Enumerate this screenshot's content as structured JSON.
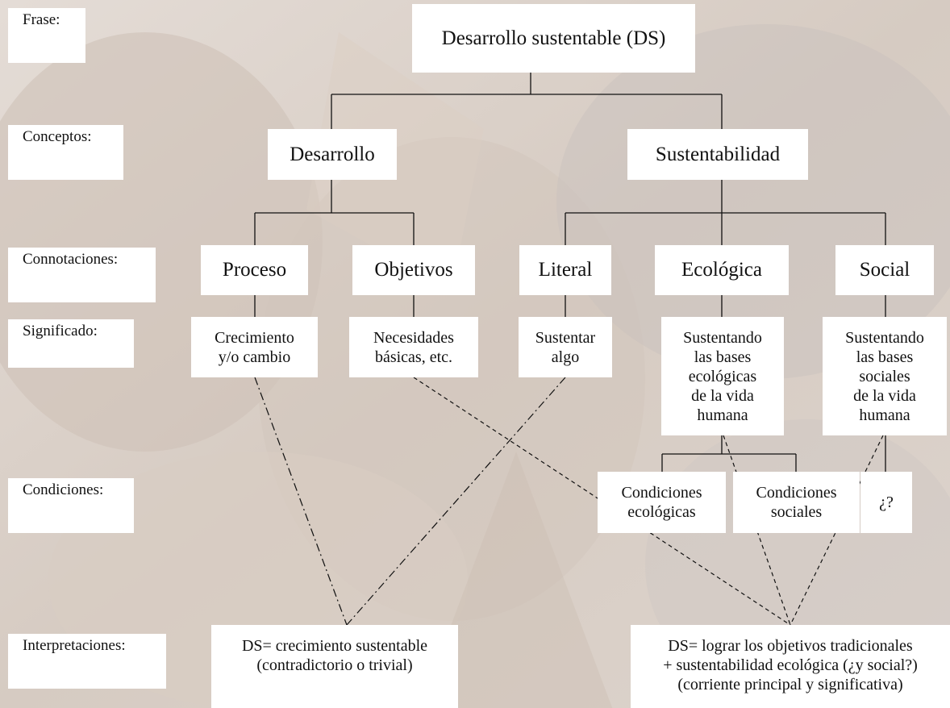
{
  "row_labels": {
    "frase": "Frase:",
    "conceptos": "Conceptos:",
    "connotaciones": "Connotaciones:",
    "significado": "Significado:",
    "condiciones": "Condiciones:",
    "interpretaciones": "Interpretaciones:"
  },
  "root": "Desarrollo sustentable (DS)",
  "concepts": {
    "desarrollo": "Desarrollo",
    "sustentabilidad": "Sustentabilidad"
  },
  "connotations": {
    "proceso": "Proceso",
    "objetivos": "Objetivos",
    "literal": "Literal",
    "ecologica": "Ecológica",
    "social": "Social"
  },
  "meanings": {
    "crecimiento": "Crecimiento\ny/o cambio",
    "necesidades": "Necesidades\nbásicas, etc.",
    "sustentar": "Sustentar\nalgo",
    "sust_ecologicas": "Sustentando\nlas bases\necológicas\nde la vida\nhumana",
    "sust_sociales": "Sustentando\nlas bases\nsociales\nde la vida\nhumana"
  },
  "conditions": {
    "ecologicas": "Condiciones\necológicas",
    "sociales": "Condiciones\nsociales",
    "unknown": "¿?"
  },
  "interpretations": {
    "left": "DS= crecimiento sustentable\n(contradictorio o trivial)",
    "right": "DS= lograr los objetivos tradicionales\n+ sustentabilidad ecológica (¿y social?)\n(corriente principal y significativa)"
  },
  "colors": {
    "background_tint": "#d9cfc6",
    "line": "#111111"
  }
}
